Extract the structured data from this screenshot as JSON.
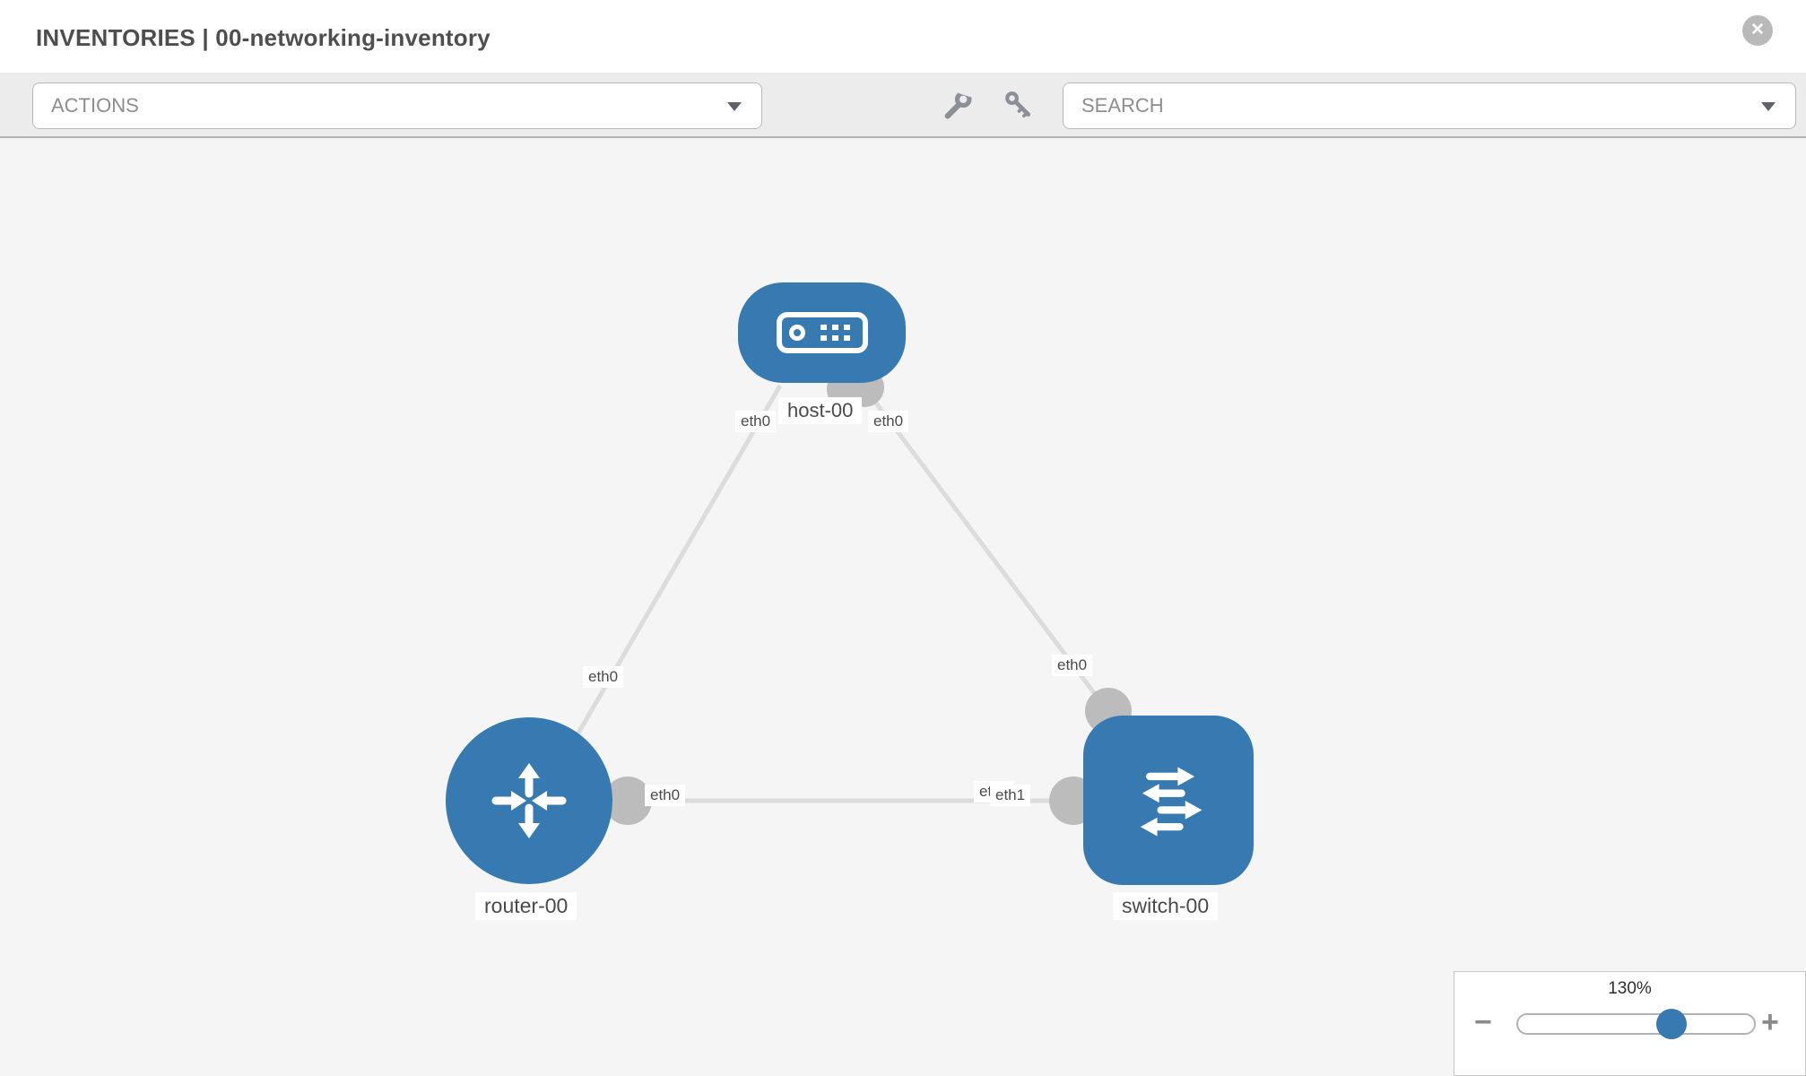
{
  "header": {
    "title": "INVENTORIES | 00-networking-inventory",
    "close_glyph": "✕"
  },
  "toolbar": {
    "actions_label": "ACTIONS",
    "search_placeholder": "SEARCH",
    "icons": [
      "wrench-icon",
      "key-icon"
    ]
  },
  "topology": {
    "nodes": [
      {
        "id": "host-00",
        "type": "host",
        "label": "host-00"
      },
      {
        "id": "router-00",
        "type": "router",
        "label": "router-00"
      },
      {
        "id": "switch-00",
        "type": "switch",
        "label": "switch-00"
      }
    ],
    "links": [
      {
        "from": "host-00",
        "to": "router-00",
        "from_interface": "eth0",
        "to_interface": "eth0"
      },
      {
        "from": "host-00",
        "to": "switch-00",
        "from_interface": "eth0",
        "to_interface": "eth0"
      },
      {
        "from": "router-00",
        "to": "switch-00",
        "from_interface": "eth0",
        "to_interfaces": [
          "eth0",
          "eth1"
        ]
      }
    ]
  },
  "zoom_control": {
    "value": "130%",
    "decrease_glyph": "−",
    "increase_glyph": "+"
  },
  "colors": {
    "node-blue": "#377ab2",
    "link-gray": "#dcdcdc",
    "dot-gray": "#bcbcbc",
    "canvas-bg": "#f5f5f5",
    "toolbar-bg": "#ececec",
    "chip-text": "#4a4a4a",
    "title-text": "#4e4e4e",
    "icon-gray": "#8b9096"
  }
}
